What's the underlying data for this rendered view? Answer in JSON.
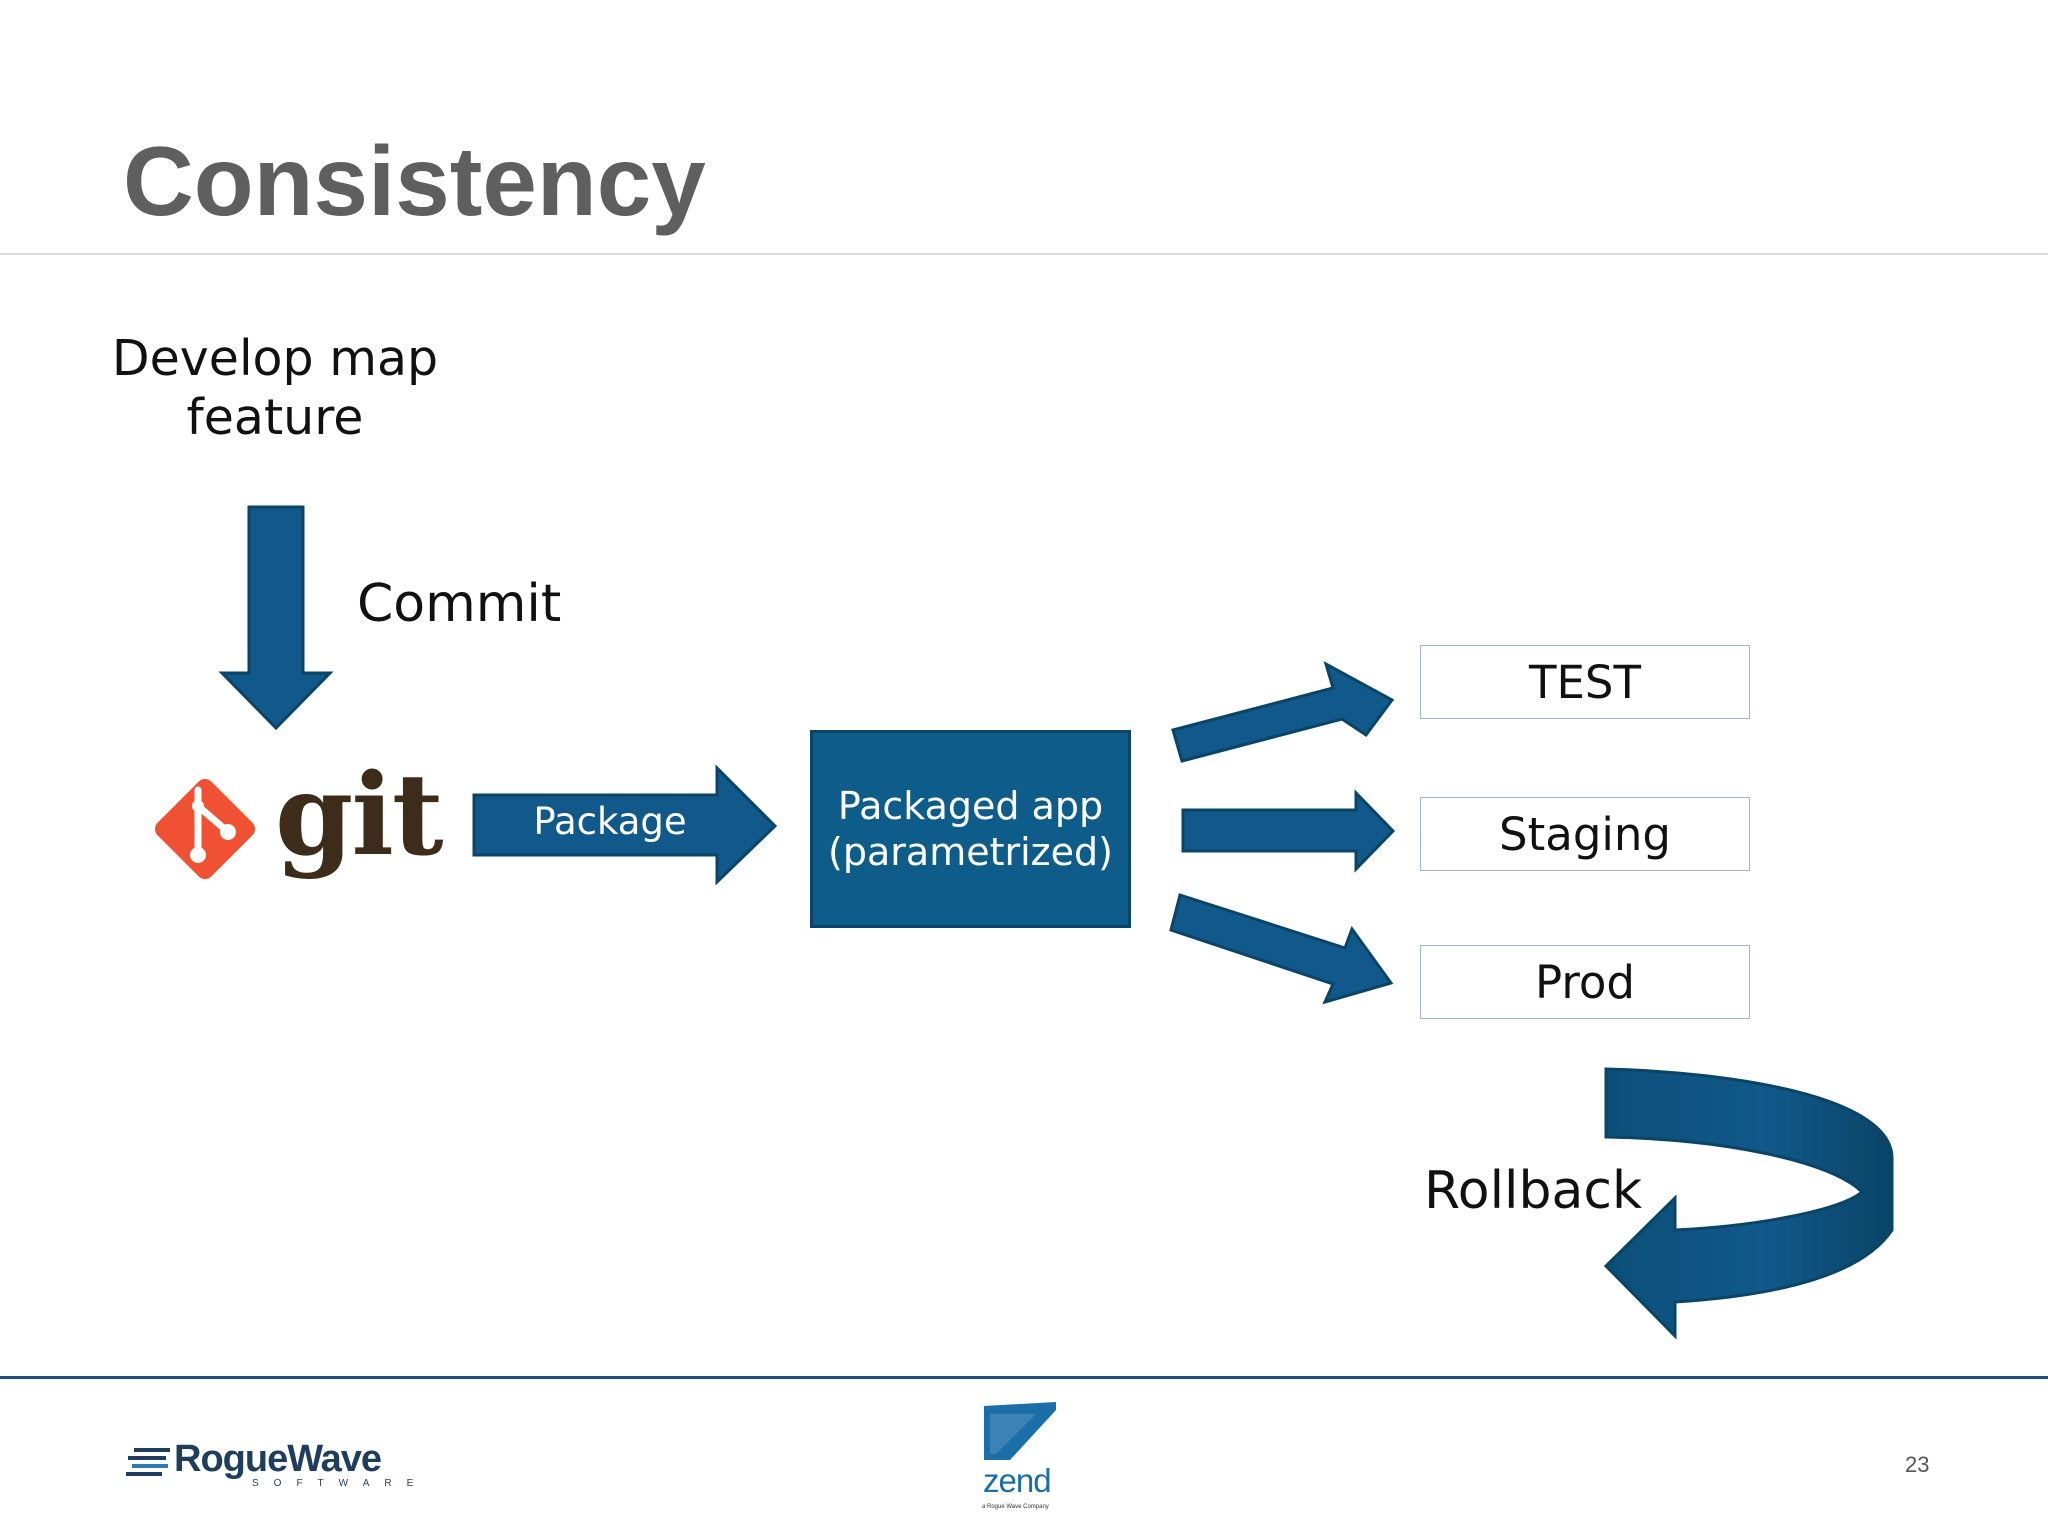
{
  "slide": {
    "title": "Consistency",
    "page_number": "23"
  },
  "diagram": {
    "develop_label_line1": "Develop map",
    "develop_label_line2": "feature",
    "commit_label": "Commit",
    "git_word": "git",
    "package_arrow_label": "Package",
    "packaged_app_line1": "Packaged app",
    "packaged_app_line2": "(parametrized)",
    "environments": [
      "TEST",
      "Staging",
      "Prod"
    ],
    "rollback_label": "Rollback",
    "colors": {
      "arrow_fill": "#11598a",
      "arrow_stroke": "#0a4467",
      "git_orange": "#f05133",
      "git_brown": "#3e2c1a",
      "footer_rule": "#1d4f7c"
    }
  },
  "footer": {
    "roguewave_name": "RogueWave",
    "roguewave_sub": "SOFTWARE",
    "zend_word": "zend",
    "zend_sub": "a Rogue Wave Company"
  }
}
